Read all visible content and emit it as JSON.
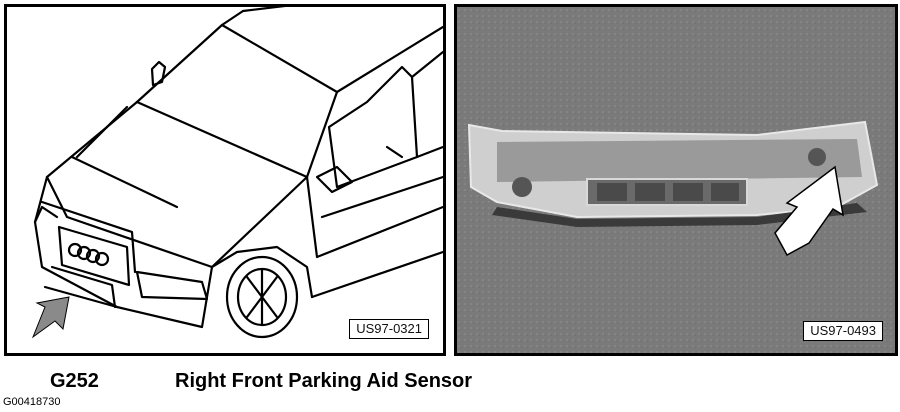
{
  "left_panel": {
    "ref_code": "US97-0321",
    "subject": "car-front-three-quarter-illustration"
  },
  "right_panel": {
    "ref_code": "US97-0493",
    "subject": "bumper-carrier-photo"
  },
  "caption": {
    "code": "G252",
    "title": "Right Front Parking Aid Sensor"
  },
  "figure_id": "G00418730",
  "colors": {
    "arrow_gray": "#8a8a8a",
    "arrow_white": "#ffffff",
    "photo_bg": "#7d7d7d"
  }
}
